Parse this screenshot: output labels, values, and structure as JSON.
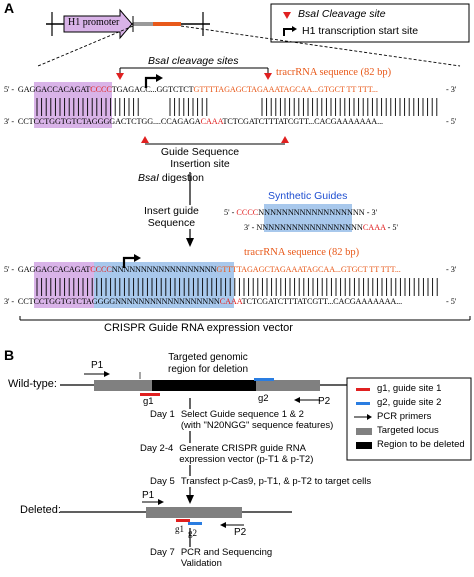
{
  "panelA": {
    "label": "A",
    "promoter_label": "H1 promoter",
    "legend": {
      "cleavage": "BsaI Cleavage site",
      "tss": "H1 transcription start site"
    },
    "bsai_cleavage_sites": "BsaI cleavage sites",
    "tracr_top": "tracrRNA sequence (82 bp)",
    "seq1_top_5": "5' -",
    "seq1_top_purple": "GAGGACCACAGAT",
    "seq1_top_red": "CCCC",
    "seq1_top_mid": "TGAGACC...GGTCTCT",
    "seq1_top_orange": "GTTTTAGAGCTAGAAATAGCAA...GTGCT TT TTT...",
    "seq1_top_3": "- 3'",
    "seq1_bot_3": "3' -",
    "seq1_bot_purple": "CCTCCTGGTGTCTAGGG",
    "seq1_bot_mid": "GACTCTGG....CCAGAGA",
    "seq1_bot_red": "CAAA",
    "seq1_bot_rest": "TCTCGATCTTTATCGTT...CACGAAAAAAA...",
    "seq1_bot_5": "- 5'",
    "guide_insertion": "Guide Sequence\nInsertion site",
    "bsai_digestion": "BsaI digestion",
    "insert_guide": "Insert guide\nSequence",
    "synthetic_guides": "Synthetic Guides",
    "syn_top_5": "5' -",
    "syn_top_red": "CCCC",
    "syn_top_n": "NNNNNNNNNNNNNNNNNN",
    "syn_top_3": "- 3'",
    "syn_bot_3": "3' -",
    "syn_bot_n": "NNNNNNNNNNNNNNNNNN",
    "syn_bot_red": "CAAA",
    "syn_bot_5": "- 5'",
    "tracr_bottom": "tracrRNA sequence (82 bp)",
    "seq2_top_5": "5' -",
    "seq2_top_purple": "GAGGACCACAGAT",
    "seq2_top_red": "CCCC",
    "seq2_top_n": "NNNNNNNNNNNNNNNNNN",
    "seq2_top_orange": "GTTTTAGAGCTAGAAATAGCAA...GTGCT TT TTT...",
    "seq2_top_3": "- 3'",
    "seq2_bot_3": "3' -",
    "seq2_bot_purple": "CCTCCTGGTGTCTAGGGG",
    "seq2_bot_n": "NNNNNNNNNNNNNNNNNN",
    "seq2_bot_red": "CAAA",
    "seq2_bot_rest": "TCTCGATCTTTATCGTT...CACGAAAAAAA...",
    "seq2_bot_5": "- 5'",
    "vector_label": "CRISPR Guide RNA expression vector"
  },
  "panelB": {
    "label": "B",
    "wildtype": "Wild-type:",
    "deleted": "Deleted:",
    "p1": "P1",
    "p2": "P2",
    "g1": "g1",
    "g2": "g2",
    "targeted_region": "Targeted genomic\nregion for deletion",
    "steps": [
      {
        "day": "Day 1",
        "text": "Select Guide sequence 1 & 2\n(with \"N20NGG\" sequence features)"
      },
      {
        "day": "Day 2-4",
        "text": "Generate CRISPR guide RNA\nexpression vector (p-T1 & p-T2)"
      },
      {
        "day": "Day 5",
        "text": "Transfect p-Cas9, p-T1, & p-T2 to target cells"
      },
      {
        "day": "Day 7",
        "text": "PCR and Sequencing\nValidation"
      }
    ],
    "legend": [
      {
        "label": "g1, guide site 1",
        "color": "#e02020"
      },
      {
        "label": "g2, guide site 2",
        "color": "#2a7de1"
      },
      {
        "label": "PCR primers",
        "color": "#000000"
      },
      {
        "label": "Targeted locus",
        "color": "#808080"
      },
      {
        "label": "Region to be deleted",
        "color": "#000000"
      }
    ]
  },
  "colors": {
    "purple": "#d9b3e8",
    "blue_fill": "#a8c8ec",
    "red": "#e02020",
    "orange": "#e8591a",
    "gray": "#808080"
  }
}
